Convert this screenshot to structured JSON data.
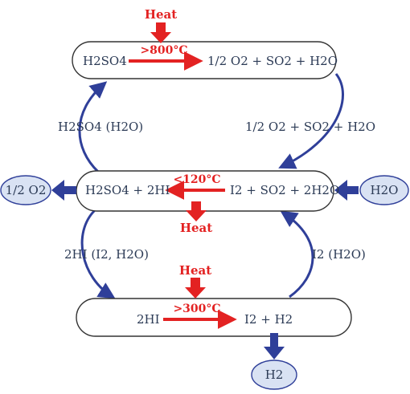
{
  "diagram": {
    "top": {
      "heat": "Heat",
      "temperature": ">800°C",
      "reactant": "H2SO4",
      "product": "1/2 O2 + SO2 + H2O"
    },
    "middle": {
      "temperature": "<120°C",
      "left": "H2SO4 + 2HI",
      "right": "I2 + SO2 + 2H2O",
      "heat": "Heat"
    },
    "bottom": {
      "heat": "Heat",
      "temperature": ">300°C",
      "reactant": "2HI",
      "product": "I2 + H2"
    },
    "side_labels": {
      "upper_left": "H2SO4 (H2O)",
      "upper_right": "1/2 O2 + SO2 + H2O",
      "lower_left": "2HI (I2, H2O)",
      "lower_right": "I2 (H2O)"
    },
    "io": {
      "oxygen_out": "1/2 O2",
      "water_in": "H2O",
      "hydrogen_out": "H2"
    },
    "colors": {
      "heat_red": "#e32222",
      "flow_blue": "#2f3f99",
      "bubble_fill": "#d9e2f3",
      "text": "#2b3a55"
    }
  }
}
